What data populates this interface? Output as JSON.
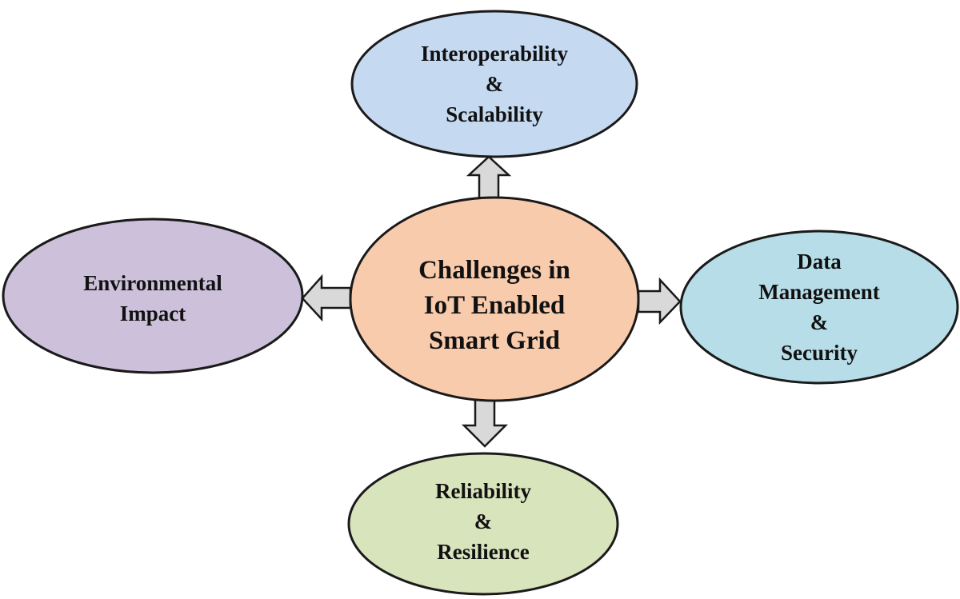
{
  "center": {
    "lines": [
      "Challenges in",
      "IoT Enabled",
      "Smart Grid"
    ],
    "fill": "#f8cbad"
  },
  "top": {
    "lines": [
      "Interoperability",
      "&",
      "Scalability"
    ],
    "fill": "#c5d9f1"
  },
  "left": {
    "lines": [
      "Environmental",
      "Impact"
    ],
    "fill": "#ccc0da"
  },
  "right": {
    "lines": [
      "Data",
      "Management",
      "&",
      "Security"
    ],
    "fill": "#b7dde8"
  },
  "bottom": {
    "lines": [
      "Reliability",
      "&",
      "Resilience"
    ],
    "fill": "#d8e4bc"
  },
  "arrow_fill": "#d9d9d9"
}
